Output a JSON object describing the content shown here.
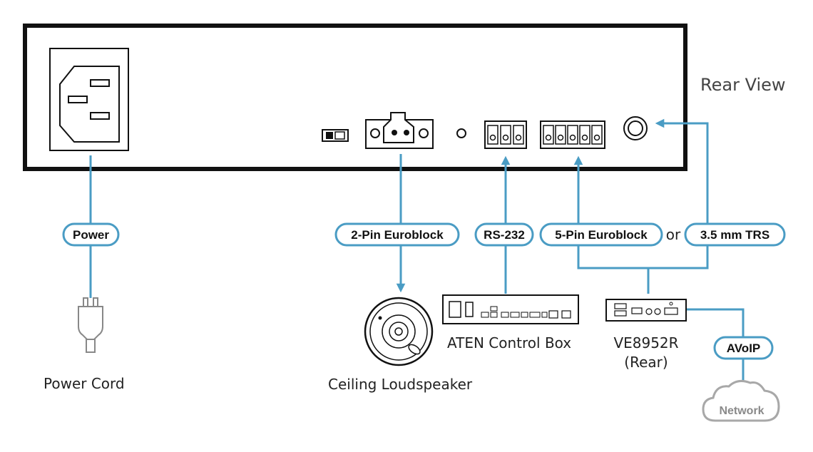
{
  "diagram": {
    "rear_view_label": "Rear View",
    "connection_labels": {
      "power": "Power",
      "euroblock_2pin": "2-Pin Euroblock",
      "rs232": "RS-232",
      "euroblock_5pin": "5-Pin Euroblock",
      "or": "or",
      "trs": "3.5 mm TRS",
      "avoip": "AVoIP"
    },
    "devices": {
      "power_cord": "Power Cord",
      "loudspeaker": "Ceiling Loudspeaker",
      "control_box": "ATEN Control Box",
      "ve8952r_line1": "VE8952R",
      "ve8952r_line2": "(Rear)",
      "network": "Network"
    },
    "colors": {
      "line": "#4a9cc4",
      "panel": "#111111",
      "network_outline": "#a8a8a8"
    }
  }
}
